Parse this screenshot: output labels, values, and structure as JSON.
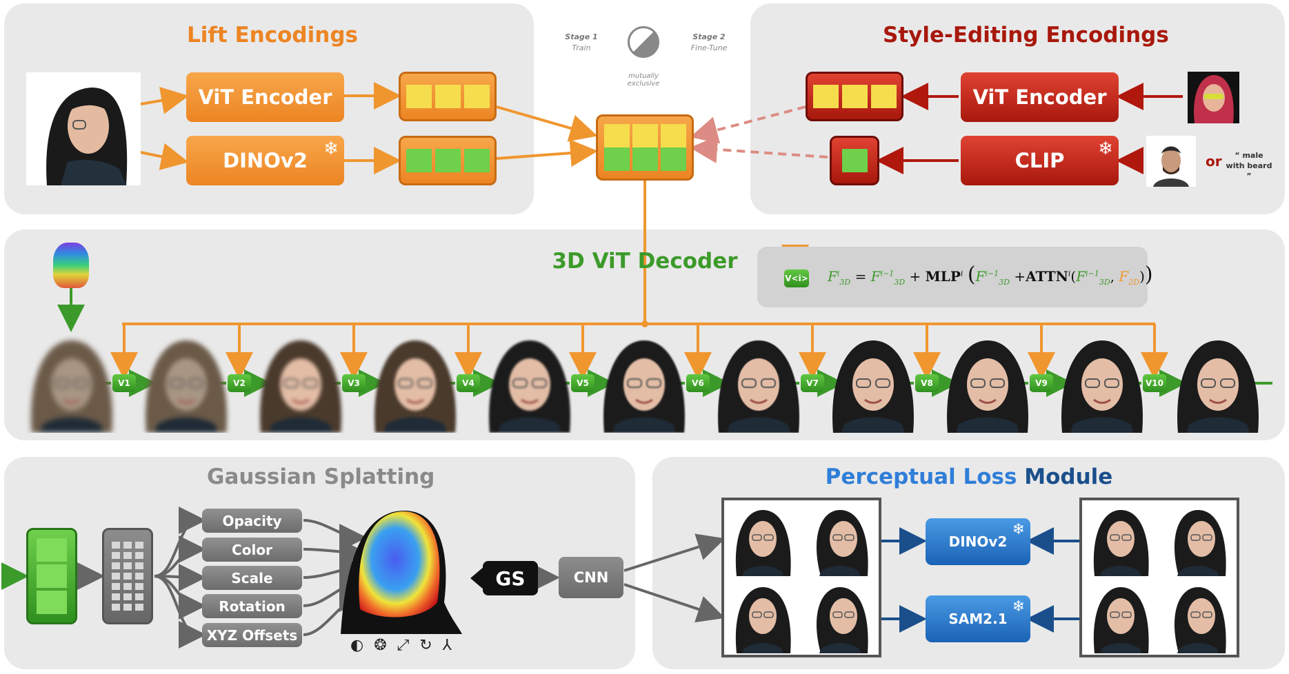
{
  "lift": {
    "title": "Lift Encodings",
    "vit_label": "ViT Encoder",
    "dino_label": "DINOv2"
  },
  "style": {
    "title": "Style-Editing Encodings",
    "vit_label": "ViT Encoder",
    "clip_label": "CLIP",
    "or_label": "or",
    "text_prompt": "“ male with beard ”"
  },
  "stages": {
    "stage1": "Stage 1",
    "stage1_sub": "Train",
    "stage2": "Stage 2",
    "stage2_sub": "Fine-Tune",
    "exclusive": "mutually exclusive"
  },
  "decoder": {
    "title": "3D ViT Decoder",
    "block_label": "V<i>",
    "badges": [
      "V1",
      "V2",
      "V3",
      "V4",
      "V5",
      "V6",
      "V7",
      "V8",
      "V9",
      "V10"
    ]
  },
  "gaussian": {
    "title": "Gaussian Splatting",
    "attributes": [
      "Opacity",
      "Color",
      "Scale",
      "Rotation",
      "XYZ Offsets"
    ],
    "gs_label": "GS",
    "cnn_label": "CNN"
  },
  "loss": {
    "title_blue": "Perceptual Loss",
    "title_rest": " Module",
    "dino_label": "DINOv2",
    "sam_label": "SAM2.1"
  },
  "colors": {
    "orange": "#ec8523",
    "red": "#a8180c",
    "green": "#3c9a2a",
    "blue": "#1a63b6",
    "gray": "#777777"
  }
}
